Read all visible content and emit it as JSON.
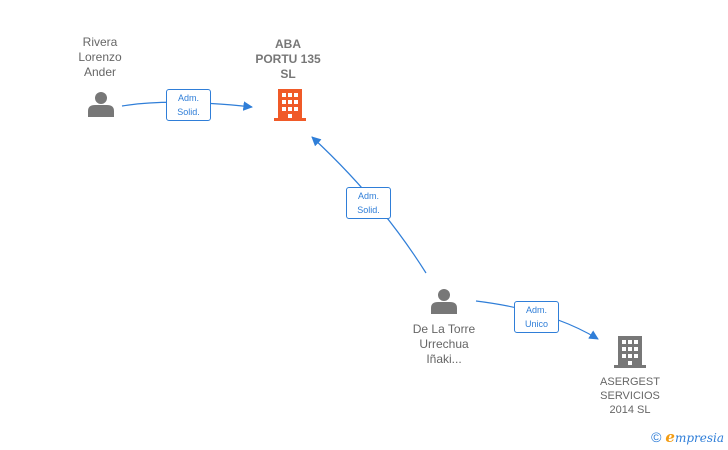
{
  "nodes": {
    "rivera": {
      "name": "Rivera Lorenzo Ander",
      "lines": [
        "Rivera",
        "Lorenzo",
        "Ander"
      ],
      "icon": "person-icon"
    },
    "aba": {
      "name": "ABA PORTU 135 SL",
      "lines": [
        "ABA",
        "PORTU 135",
        "SL"
      ],
      "icon": "building-icon",
      "color": "#f05a28"
    },
    "delatorre": {
      "name": "De La Torre Urrechua Iñaki...",
      "lines": [
        "De La Torre",
        "Urrechua",
        "Iñaki..."
      ],
      "icon": "person-icon"
    },
    "asergest": {
      "name": "ASERGEST SERVICIOS 2014 SL",
      "lines": [
        "ASERGEST",
        "SERVICIOS",
        "2014  SL"
      ],
      "icon": "building-icon",
      "color": "#777777"
    }
  },
  "edges": [
    {
      "from": "rivera",
      "to": "aba",
      "label_lines": [
        "Adm.",
        "Solid."
      ]
    },
    {
      "from": "delatorre",
      "to": "aba",
      "label_lines": [
        "Adm.",
        "Solid."
      ]
    },
    {
      "from": "delatorre",
      "to": "asergest",
      "label_lines": [
        "Adm.",
        "Unico"
      ]
    }
  ],
  "branding": {
    "copyright_symbol": "©",
    "first_letter": "e",
    "rest": "mpresia"
  },
  "colors": {
    "edge": "#2f7ed8",
    "person": "#777777",
    "main_company": "#f05a28",
    "other_company": "#777777"
  }
}
